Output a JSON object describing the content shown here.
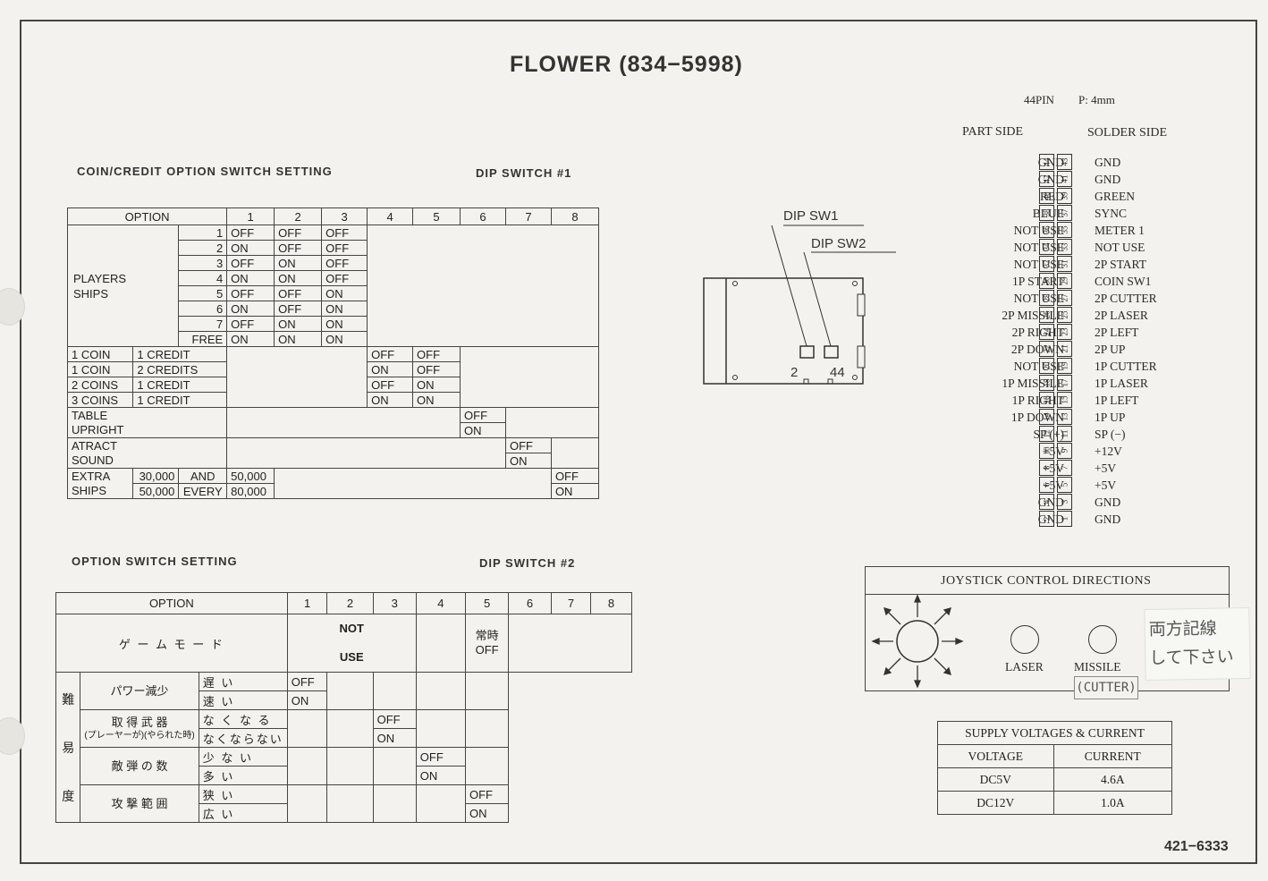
{
  "title": "FLOWER (834−5998)",
  "doc_number": "421−6333",
  "sw1": {
    "heading": "COIN/CREDIT OPTION SWITCH SETTING",
    "dip": "DIP SWITCH #1",
    "option_label": "OPTION",
    "cols": [
      "1",
      "2",
      "3",
      "4",
      "5",
      "6",
      "7",
      "8"
    ],
    "players_label": "PLAYERS",
    "ships_label": "SHIPS",
    "ships": [
      {
        "n": "1",
        "v": [
          "OFF",
          "OFF",
          "OFF"
        ]
      },
      {
        "n": "2",
        "v": [
          "ON",
          "OFF",
          "OFF"
        ]
      },
      {
        "n": "3",
        "v": [
          "OFF",
          "ON",
          "OFF"
        ]
      },
      {
        "n": "4",
        "v": [
          "ON",
          "ON",
          "OFF"
        ]
      },
      {
        "n": "5",
        "v": [
          "OFF",
          "OFF",
          "ON"
        ]
      },
      {
        "n": "6",
        "v": [
          "ON",
          "OFF",
          "ON"
        ]
      },
      {
        "n": "7",
        "v": [
          "OFF",
          "ON",
          "ON"
        ]
      },
      {
        "n": "FREE",
        "v": [
          "ON",
          "ON",
          "ON"
        ]
      }
    ],
    "coins": [
      {
        "a": "1 COIN",
        "b": "1 CREDIT",
        "v": [
          "OFF",
          "OFF"
        ]
      },
      {
        "a": "1 COIN",
        "b": "2 CREDITS",
        "v": [
          "ON",
          "OFF"
        ]
      },
      {
        "a": "2 COINS",
        "b": "1 CREDIT",
        "v": [
          "OFF",
          "ON"
        ]
      },
      {
        "a": "3 COINS",
        "b": "1 CREDIT",
        "v": [
          "ON",
          "ON"
        ]
      }
    ],
    "table": {
      "l1": "TABLE",
      "l2": "UPRIGHT",
      "v1": "OFF",
      "v2": "ON"
    },
    "atract": {
      "l1": "ATRACT",
      "l2": "SOUND",
      "v1": "OFF",
      "v2": "ON"
    },
    "extra": {
      "l1": "EXTRA",
      "l2": "SHIPS",
      "a1": "30,000",
      "a2": "50,000",
      "m1": "AND",
      "m2": "EVERY",
      "b1": "50,000",
      "b2": "80,000",
      "v1": "OFF",
      "v2": "ON"
    }
  },
  "sw2": {
    "heading": "OPTION SWITCH SETTING",
    "dip": "DIP SWITCH #2",
    "option_label": "OPTION",
    "cols": [
      "1",
      "2",
      "3",
      "4",
      "5",
      "6",
      "7",
      "8"
    ],
    "game_mode": "ゲ ー ム モ ー ド",
    "always_off_1": "常時",
    "always_off_2": "OFF",
    "nanido": [
      "難",
      "易",
      "度"
    ],
    "rows": [
      {
        "name": "パワー減少",
        "o1": "遅 い",
        "o2": "速 い",
        "v1": "OFF",
        "v2": "ON"
      },
      {
        "name": "取 得 武 器",
        "sub": "(プレーヤーが)(やられた時)",
        "o1": "な く な る",
        "o2": "なくならない",
        "v1": "OFF",
        "v2": "ON"
      },
      {
        "name": "敵 弾 の 数",
        "o1": "少 な い",
        "o2": "多 い",
        "v1": "OFF",
        "v2": "ON"
      },
      {
        "name": "攻 撃 範 囲",
        "o1": "狭 い",
        "o2": "広 い",
        "v1": "OFF",
        "v2": "ON"
      }
    ],
    "not_use_1": "NOT",
    "not_use_2": "USE"
  },
  "board": {
    "sw1": "DIP SW1",
    "sw2": "DIP SW2",
    "p2": "2",
    "p44": "44"
  },
  "connector": {
    "header": "44PIN",
    "pitch": "P: 4mm",
    "part": "PART SIDE",
    "solder": "SOLDER SIDE",
    "rows": [
      {
        "l": "GND",
        "a": "44",
        "b": "43",
        "r": "GND"
      },
      {
        "l": "GND",
        "a": "42",
        "b": "41",
        "r": "GND"
      },
      {
        "l": "RED",
        "a": "40",
        "b": "39",
        "r": "GREEN"
      },
      {
        "l": "BLUE",
        "a": "38",
        "b": "37",
        "r": "SYNC"
      },
      {
        "l": "NOT USE",
        "a": "36",
        "b": "35",
        "r": "METER 1"
      },
      {
        "l": "NOT USE",
        "a": "34",
        "b": "33",
        "r": "NOT USE"
      },
      {
        "l": "NOT USE",
        "a": "32",
        "b": "31",
        "r": "2P START"
      },
      {
        "l": "1P START",
        "a": "30",
        "b": "29",
        "r": "COIN SW1"
      },
      {
        "l": "NOT USE",
        "a": "28",
        "b": "27",
        "r": "2P CUTTER"
      },
      {
        "l": "2P MISSILE",
        "a": "26",
        "b": "25",
        "r": "2P LASER"
      },
      {
        "l": "2P RIGHT",
        "a": "24",
        "b": "23",
        "r": "2P LEFT"
      },
      {
        "l": "2P DOWN",
        "a": "22",
        "b": "21",
        "r": "2P UP"
      },
      {
        "l": "NOT USE",
        "a": "20",
        "b": "19",
        "r": "1P CUTTER"
      },
      {
        "l": "1P MISSILE",
        "a": "18",
        "b": "17",
        "r": "1P LASER"
      },
      {
        "l": "1P RIGHT",
        "a": "16",
        "b": "15",
        "r": "1P LEFT"
      },
      {
        "l": "1P DOWN",
        "a": "14",
        "b": "13",
        "r": "1P UP"
      },
      {
        "l": "SP (+)",
        "a": "12",
        "b": "11",
        "r": "SP (−)"
      },
      {
        "l": "+5V",
        "a": "10",
        "b": "9",
        "r": "+12V"
      },
      {
        "l": "+5V",
        "a": "8",
        "b": "7",
        "r": "+5V"
      },
      {
        "l": "+5V",
        "a": "6",
        "b": "5",
        "r": "+5V"
      },
      {
        "l": "GND",
        "a": "4",
        "b": "3",
        "r": "GND"
      },
      {
        "l": "GND",
        "a": "2",
        "b": "1",
        "r": "GND"
      }
    ]
  },
  "joystick": {
    "title": "JOYSTICK CONTROL DIRECTIONS",
    "laser": "LASER",
    "missile": "MISSILE",
    "cutter": "(CUTTER)",
    "sticker_1": "両方記線",
    "sticker_2": "して下さい"
  },
  "supply": {
    "title": "SUPPLY VOLTAGES & CURRENT",
    "h1": "VOLTAGE",
    "h2": "CURRENT",
    "rows": [
      {
        "v": "DC5V",
        "c": "4.6A"
      },
      {
        "v": "DC12V",
        "c": "1.0A"
      }
    ]
  }
}
